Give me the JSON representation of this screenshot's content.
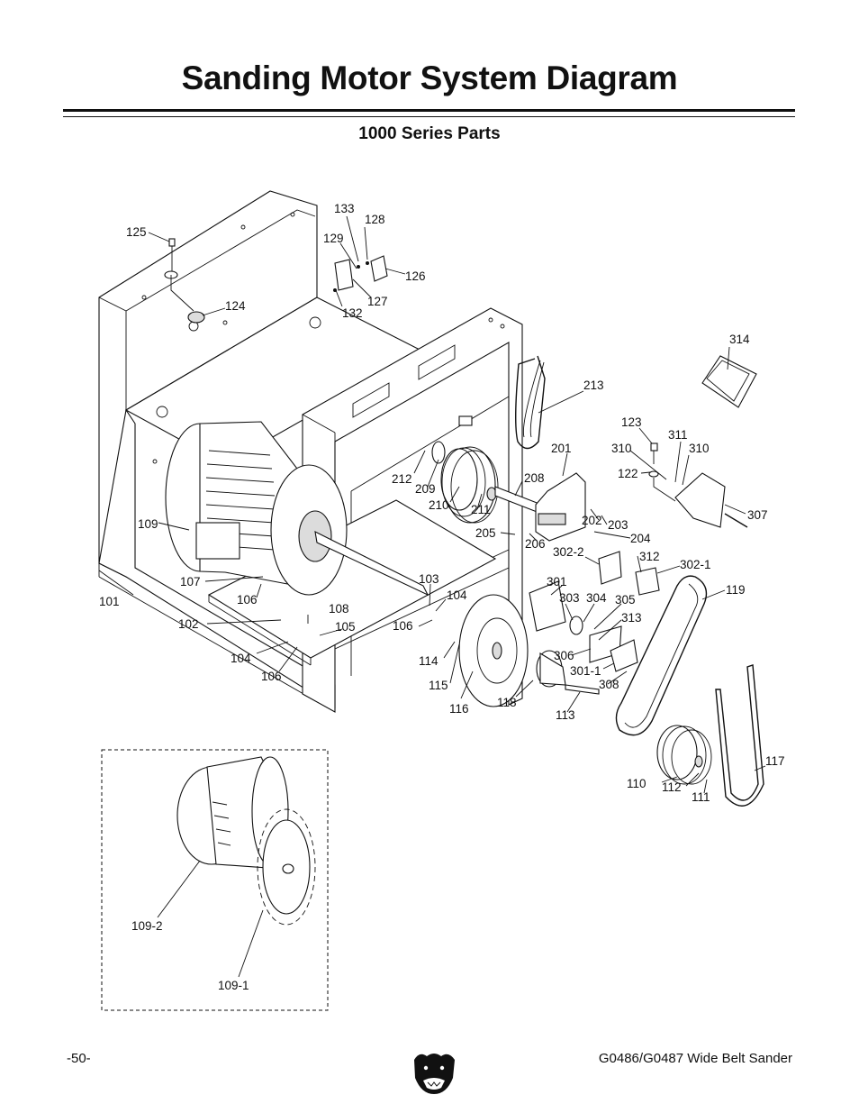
{
  "page": {
    "title": "Sanding Motor System Diagram",
    "subtitle": "1000 Series Parts",
    "page_number": "-50-",
    "model": "G0486/G0487 Wide Belt Sander"
  },
  "callouts": {
    "p101": "101",
    "p102": "102",
    "p103": "103",
    "p104a": "104",
    "p104b": "104",
    "p105": "105",
    "p106a": "106",
    "p106b": "106",
    "p106c": "106",
    "p107": "107",
    "p108": "108",
    "p109": "109",
    "p110": "110",
    "p111": "111",
    "p112": "112",
    "p113": "113",
    "p114": "114",
    "p115": "115",
    "p116": "116",
    "p117": "117",
    "p118": "118",
    "p119": "119",
    "p122": "122",
    "p123": "123",
    "p124": "124",
    "p125": "125",
    "p126": "126",
    "p127": "127",
    "p128": "128",
    "p129": "129",
    "p132": "132",
    "p133": "133",
    "p201": "201",
    "p202": "202",
    "p203": "203",
    "p204": "204",
    "p205": "205",
    "p206": "206",
    "p208": "208",
    "p209": "209",
    "p210": "210",
    "p211": "211",
    "p212": "212",
    "p213": "213",
    "p301": "301",
    "p301_1": "301-1",
    "p302_1": "302-1",
    "p302_2": "302-2",
    "p303": "303",
    "p304": "304",
    "p305": "305",
    "p306": "306",
    "p307": "307",
    "p308": "308",
    "p310a": "310",
    "p310b": "310",
    "p311": "311",
    "p312": "312",
    "p313": "313",
    "p314": "314",
    "p109_1": "109-1",
    "p109_2": "109-2"
  }
}
